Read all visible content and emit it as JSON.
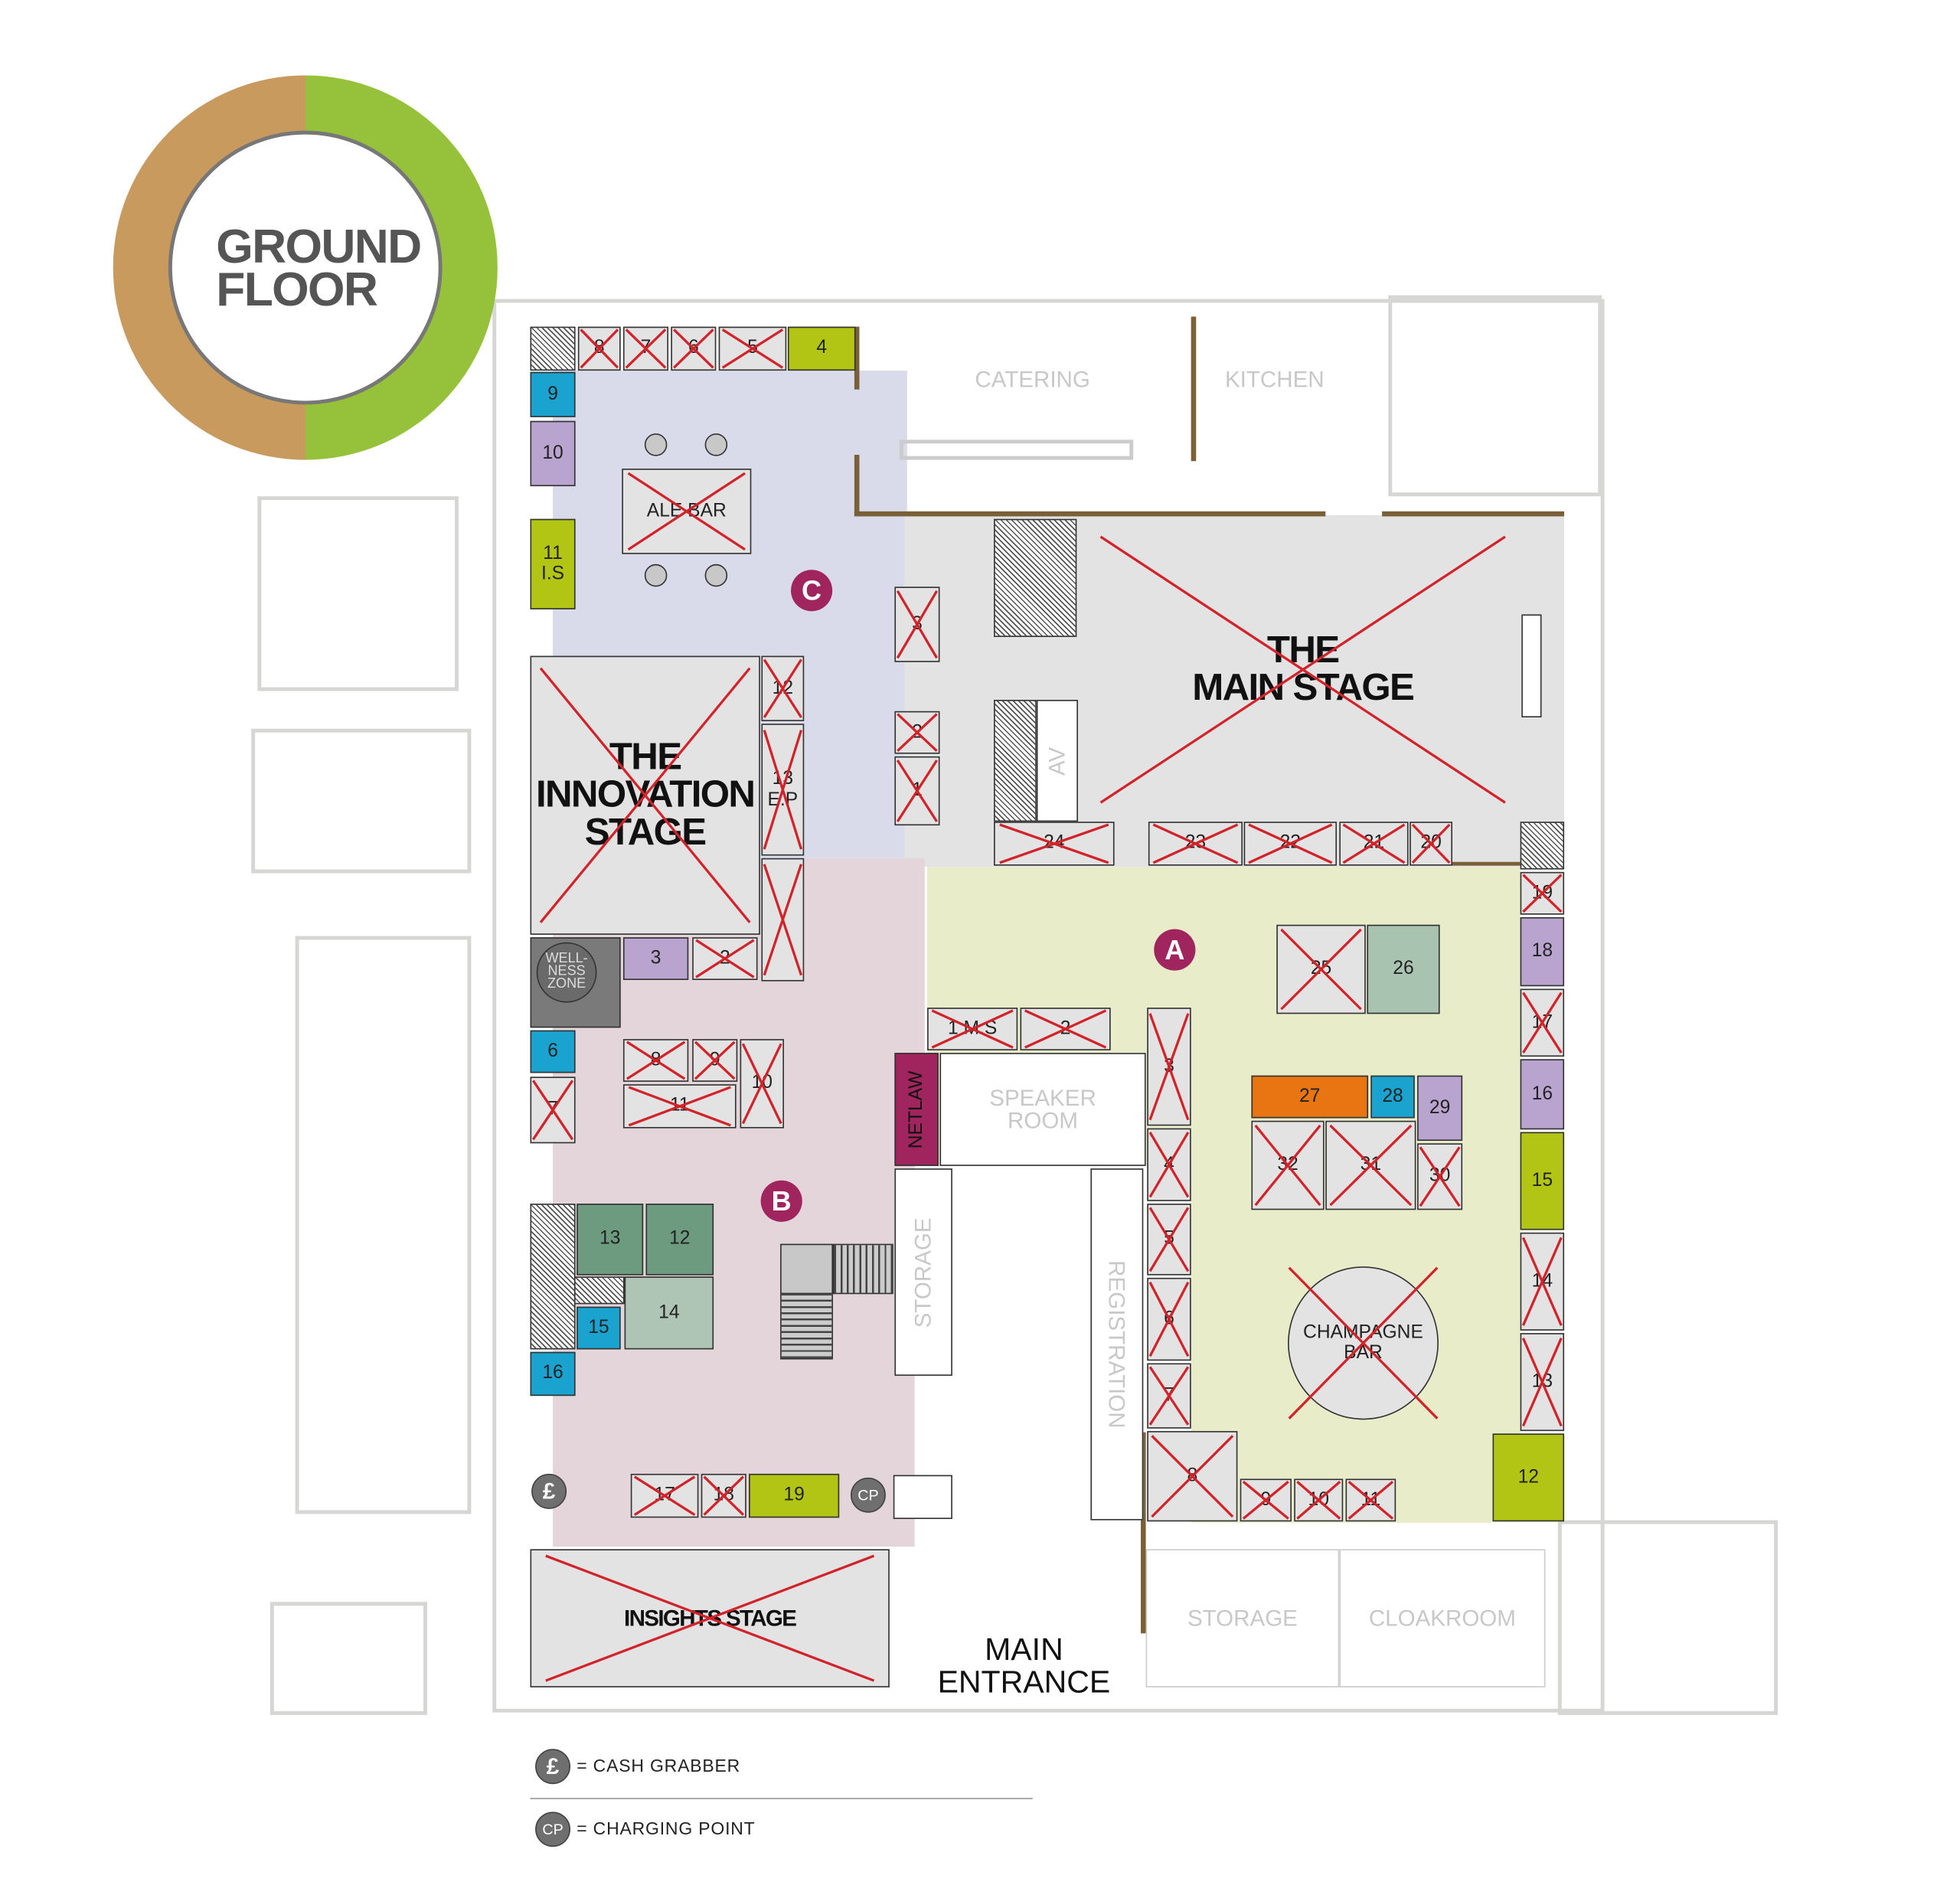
{
  "title": {
    "line1": "GROUND",
    "line2": "FLOOR"
  },
  "colors": {
    "ring_left": "#c99a5e",
    "ring_right": "#96c13a",
    "zone_a": "#e8ecc8",
    "zone_b": "#e3d5d9",
    "zone_c": "#d9dbea",
    "stage_gray": "#e4e3e4",
    "badge": "#a0245e",
    "cross": "#d2232a",
    "blue": "#1aa3cf",
    "purple": "#b9a4d0",
    "lime": "#b2c514",
    "green_dark": "#6d9b7f",
    "green_light": "#aec4b4",
    "sage": "#a9c3b1",
    "orange": "#e87511",
    "gray": "#e4e3e4",
    "dark": "#7a7a7a",
    "magenta": "#a0245e"
  },
  "zones": {
    "a": "A",
    "b": "B",
    "c": "C"
  },
  "rooms": {
    "catering": "CATERING",
    "kitchen": "KITCHEN",
    "speaker_room": "SPEAKER\nROOM",
    "storage_left": "STORAGE",
    "registration": "REGISTRATION",
    "storage_bottom": "STORAGE",
    "cloakroom": "CLOAKROOM",
    "main_entrance": "MAIN\nENTRANCE",
    "av": "AV",
    "wellness": "WELL-\nNESS\nZONE"
  },
  "icons": {
    "cash": "£",
    "cp": "CP"
  },
  "legend": [
    {
      "symbol": "£",
      "text": "= CASH GRABBER"
    },
    {
      "symbol": "CP",
      "text": "= CHARGING POINT"
    }
  ],
  "stands": [
    {
      "id": "c8",
      "label": "8",
      "color": "gray",
      "crossed": true
    },
    {
      "id": "c7",
      "label": "7",
      "color": "gray",
      "crossed": true
    },
    {
      "id": "c6",
      "label": "6",
      "color": "gray",
      "crossed": true
    },
    {
      "id": "c5",
      "label": "5",
      "color": "gray",
      "crossed": true
    },
    {
      "id": "c4",
      "label": "4",
      "color": "lime",
      "crossed": false
    },
    {
      "id": "c9",
      "label": "9",
      "color": "blue",
      "crossed": false
    },
    {
      "id": "c10",
      "label": "10",
      "color": "purple",
      "crossed": false
    },
    {
      "id": "c11",
      "label": "11\nI.S",
      "color": "lime",
      "crossed": false
    },
    {
      "id": "alebar",
      "label": "ALE BAR",
      "color": "gray",
      "crossed": true
    },
    {
      "id": "innovation",
      "label": "THE\nINNOVATION\nSTAGE",
      "color": "gray",
      "crossed": true
    },
    {
      "id": "c12",
      "label": "12",
      "color": "gray",
      "crossed": true
    },
    {
      "id": "c13",
      "label": "13\nE.P",
      "color": "gray",
      "crossed": true
    },
    {
      "id": "cblank",
      "label": "",
      "color": "gray",
      "crossed": true
    },
    {
      "id": "b3",
      "label": "3",
      "color": "purple",
      "crossed": false
    },
    {
      "id": "b2",
      "label": "2",
      "color": "gray",
      "crossed": true
    },
    {
      "id": "b6",
      "label": "6",
      "color": "blue",
      "crossed": false
    },
    {
      "id": "b7",
      "label": "7",
      "color": "gray",
      "crossed": true
    },
    {
      "id": "b8",
      "label": "8",
      "color": "gray",
      "crossed": true
    },
    {
      "id": "b9",
      "label": "9",
      "color": "gray",
      "crossed": true
    },
    {
      "id": "b10",
      "label": "10",
      "color": "gray",
      "crossed": true
    },
    {
      "id": "b11",
      "label": "11",
      "color": "gray",
      "crossed": true
    },
    {
      "id": "b13",
      "label": "13",
      "color": "green_dark",
      "crossed": false
    },
    {
      "id": "b12",
      "label": "12",
      "color": "green_dark",
      "crossed": false
    },
    {
      "id": "b14",
      "label": "14",
      "color": "green_light",
      "crossed": false
    },
    {
      "id": "b15",
      "label": "15",
      "color": "blue",
      "crossed": false
    },
    {
      "id": "b16",
      "label": "16",
      "color": "blue",
      "crossed": false
    },
    {
      "id": "b17",
      "label": "17",
      "color": "gray",
      "crossed": true
    },
    {
      "id": "b18",
      "label": "18",
      "color": "gray",
      "crossed": true
    },
    {
      "id": "b19",
      "label": "19",
      "color": "lime",
      "crossed": false
    },
    {
      "id": "insights",
      "label": "INSIGHTS STAGE",
      "color": "gray",
      "crossed": true
    },
    {
      "id": "m3",
      "label": "3",
      "color": "gray",
      "crossed": true
    },
    {
      "id": "m2",
      "label": "2",
      "color": "gray",
      "crossed": true
    },
    {
      "id": "m1",
      "label": "1",
      "color": "gray",
      "crossed": true
    },
    {
      "id": "mainstage",
      "label": "THE\nMAIN STAGE",
      "color": "gray",
      "crossed": true
    },
    {
      "id": "a24",
      "label": "24",
      "color": "gray",
      "crossed": true
    },
    {
      "id": "a23",
      "label": "23",
      "color": "gray",
      "crossed": true
    },
    {
      "id": "a22",
      "label": "22",
      "color": "gray",
      "crossed": true
    },
    {
      "id": "a21",
      "label": "21",
      "color": "gray",
      "crossed": true
    },
    {
      "id": "a20",
      "label": "20",
      "color": "gray",
      "crossed": true
    },
    {
      "id": "a19",
      "label": "19",
      "color": "gray",
      "crossed": true
    },
    {
      "id": "a18",
      "label": "18",
      "color": "purple",
      "crossed": false
    },
    {
      "id": "a17",
      "label": "17",
      "color": "gray",
      "crossed": true
    },
    {
      "id": "a16",
      "label": "16",
      "color": "purple",
      "crossed": false
    },
    {
      "id": "a15",
      "label": "15",
      "color": "lime",
      "crossed": false
    },
    {
      "id": "a14",
      "label": "14",
      "color": "gray",
      "crossed": true
    },
    {
      "id": "a13",
      "label": "13",
      "color": "gray",
      "crossed": true
    },
    {
      "id": "a12",
      "label": "12",
      "color": "lime",
      "crossed": false
    },
    {
      "id": "a25",
      "label": "25",
      "color": "gray",
      "crossed": true
    },
    {
      "id": "a26",
      "label": "26",
      "color": "sage",
      "crossed": false
    },
    {
      "id": "a27",
      "label": "27",
      "color": "orange",
      "crossed": false
    },
    {
      "id": "a28",
      "label": "28",
      "color": "blue",
      "crossed": false
    },
    {
      "id": "a29",
      "label": "29",
      "color": "purple",
      "crossed": false
    },
    {
      "id": "a32",
      "label": "32",
      "color": "gray",
      "crossed": true
    },
    {
      "id": "a31",
      "label": "31",
      "color": "gray",
      "crossed": true
    },
    {
      "id": "a30",
      "label": "30",
      "color": "gray",
      "crossed": true
    },
    {
      "id": "champagne",
      "label": "CHAMPAGNE\nBAR",
      "color": "gray",
      "crossed": true
    },
    {
      "id": "a3",
      "label": "3",
      "color": "gray",
      "crossed": true
    },
    {
      "id": "a4",
      "label": "4",
      "color": "gray",
      "crossed": true
    },
    {
      "id": "a5",
      "label": "5",
      "color": "gray",
      "crossed": true
    },
    {
      "id": "a6",
      "label": "6",
      "color": "gray",
      "crossed": true
    },
    {
      "id": "a7",
      "label": "7",
      "color": "gray",
      "crossed": true
    },
    {
      "id": "a8",
      "label": "8",
      "color": "gray",
      "crossed": true
    },
    {
      "id": "a9",
      "label": "9",
      "color": "gray",
      "crossed": true
    },
    {
      "id": "a10",
      "label": "10",
      "color": "gray",
      "crossed": true
    },
    {
      "id": "a11",
      "label": "11",
      "color": "gray",
      "crossed": true
    },
    {
      "id": "a1ms",
      "label": "1 M.S",
      "color": "gray",
      "crossed": true
    },
    {
      "id": "a2top",
      "label": "2",
      "color": "gray",
      "crossed": true
    },
    {
      "id": "netlaw",
      "label": "NETLAW",
      "color": "magenta",
      "crossed": false
    }
  ]
}
